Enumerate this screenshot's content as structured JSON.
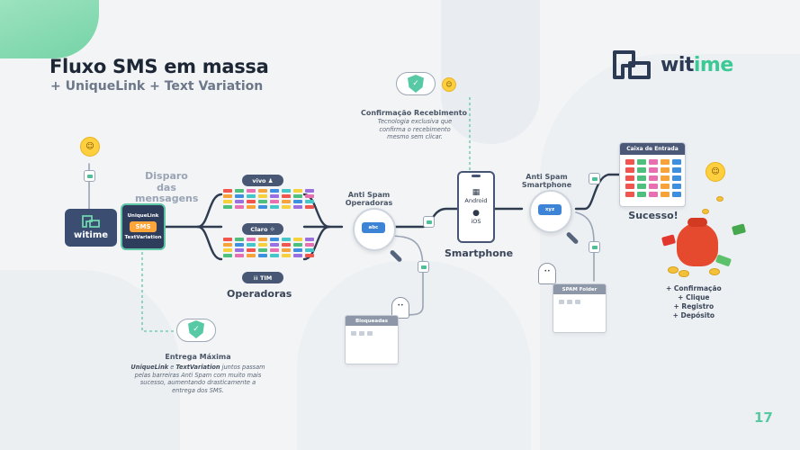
{
  "header": {
    "title": "Fluxo SMS em massa",
    "subtitle": "+ UniqueLink + Text Variation"
  },
  "brand": {
    "logo_text_dark": "wit",
    "logo_text_green": "ime",
    "accent": "#3dc996",
    "navy": "#3b4e72"
  },
  "page_number": "17",
  "source": {
    "disparo_label": "Disparo das mensagens",
    "witime_label": "witime",
    "uniquelink_label": "UniqueLink",
    "sms_label": "SMS",
    "textvariation_label": "TextVariation"
  },
  "operators": {
    "title": "Operadoras",
    "vivo": "vivo",
    "claro": "Claro",
    "tim": "TIM"
  },
  "antispam_operadoras": "Anti Spam Operadoras",
  "antispam_operadoras_lens": "abc",
  "bloqueadas": "Bloqueadas",
  "smartphone": {
    "title": "Smartphone",
    "android": "Android",
    "ios": "iOS"
  },
  "confirmacao": {
    "title": "Confirmação Recebimento",
    "desc": "Tecnologia exclusiva que confirma o recebimento mesmo sem clicar."
  },
  "antispam_smartphone": "Anti Spam Smartphone",
  "antispam_smartphone_lens": "xyz",
  "spam_folder": "SPAM Folder",
  "caixa_entrada": "Caixa de Entrada",
  "sucesso": "Sucesso!",
  "entrega": {
    "title": "Entrega Máxima",
    "desc_bold_1": "UniqueLink",
    "desc_mid": " e ",
    "desc_bold_2": "TextVariation",
    "desc_rest": " juntos passam pelas barreiras Anti Spam com muito mais sucesso, aumentando drasticamente a entrega dos SMS."
  },
  "results": [
    "+ Confirmação",
    "+ Clique",
    "+ Registro",
    "+ Depósito"
  ],
  "icons": [
    "smile-emoji-icon",
    "message-icon",
    "cloud-shield-icon",
    "ghost-icon",
    "filter-magnifier-icon",
    "money-bag-icon"
  ]
}
